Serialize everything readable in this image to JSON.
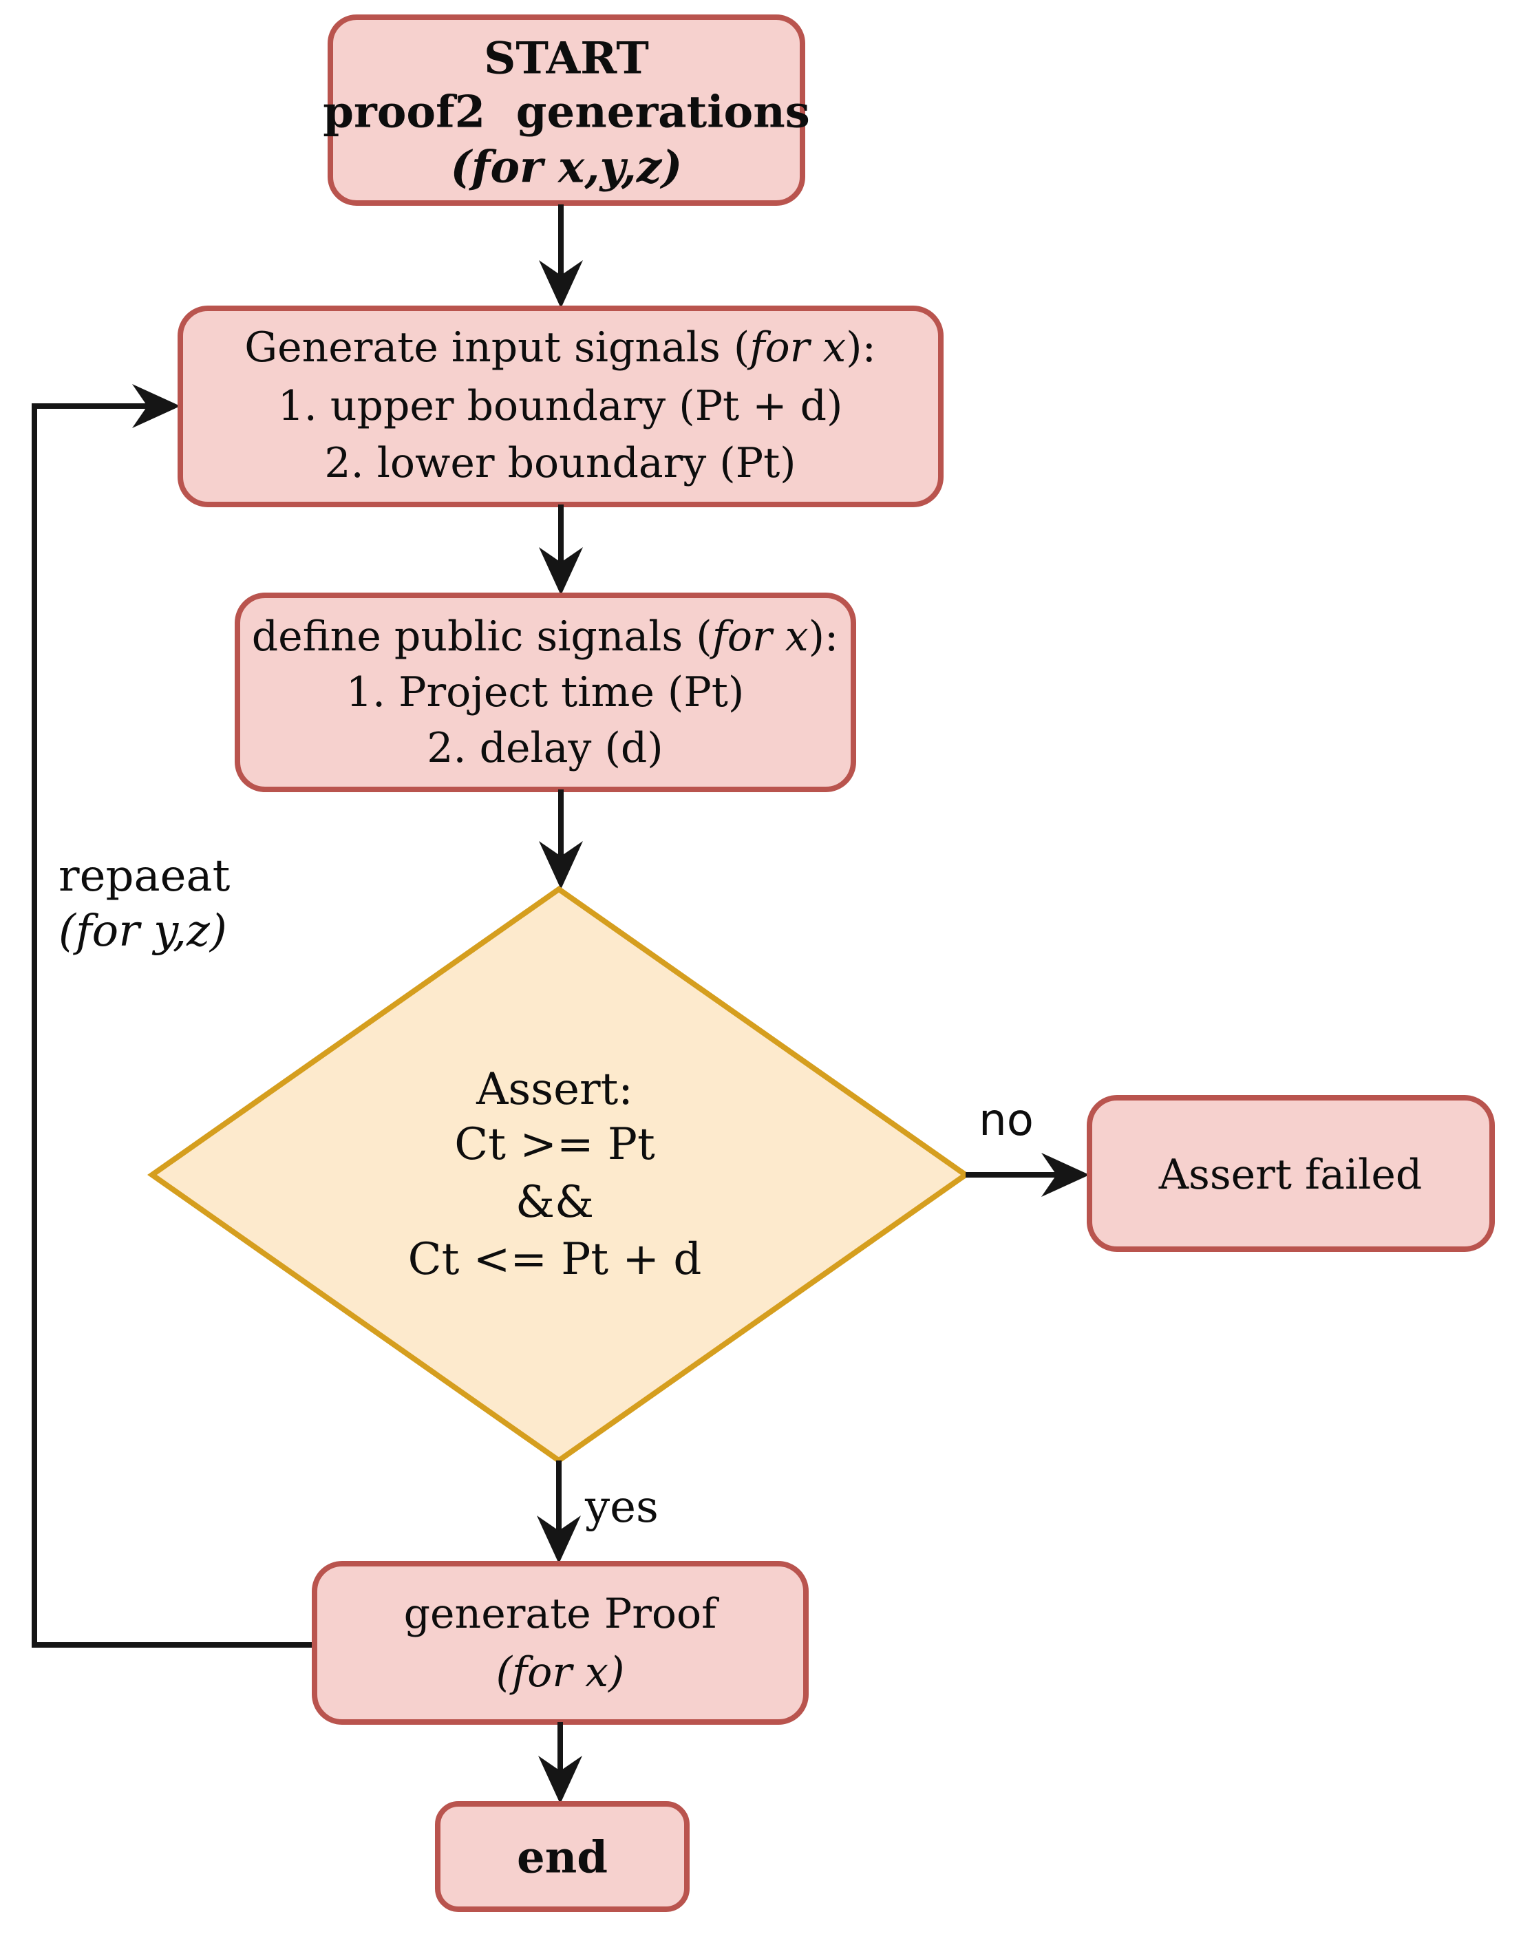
{
  "palette": {
    "background": "#ffffff",
    "process_fill": "#f6d1ce",
    "process_border": "#b9544e",
    "decision_fill": "#fdeacd",
    "decision_border": "#d59e1e",
    "connector": "#151515",
    "text_color": "#0d0d0d"
  },
  "flowchart": {
    "start": {
      "line1": "START",
      "line2": "proof2  generations",
      "line3": "(for x,y,z)"
    },
    "generate_inputs": {
      "line1_pre": "Generate input signals (",
      "line1_italic": "for x",
      "line1_post": "):",
      "line2": "1. upper boundary (Pt + d)",
      "line3": "2. lower boundary (Pt)"
    },
    "define_public": {
      "line1_pre": "define public signals (",
      "line1_italic": "for x",
      "line1_post": "):",
      "line2": "1. Project time (Pt)",
      "line3": "2. delay (d)"
    },
    "assert_decision": {
      "line1": "Assert:",
      "line2": "Ct >= Pt",
      "line3": "&&",
      "line4": "Ct <= Pt + d"
    },
    "assert_failed": {
      "label": "Assert failed"
    },
    "generate_proof": {
      "line1": "generate Proof",
      "line2": "(for x)"
    },
    "end_node": {
      "label": "end"
    },
    "labels": {
      "no": "no",
      "yes": "yes",
      "repeat1": "repaeat",
      "repeat2": "(for y,z)"
    }
  }
}
